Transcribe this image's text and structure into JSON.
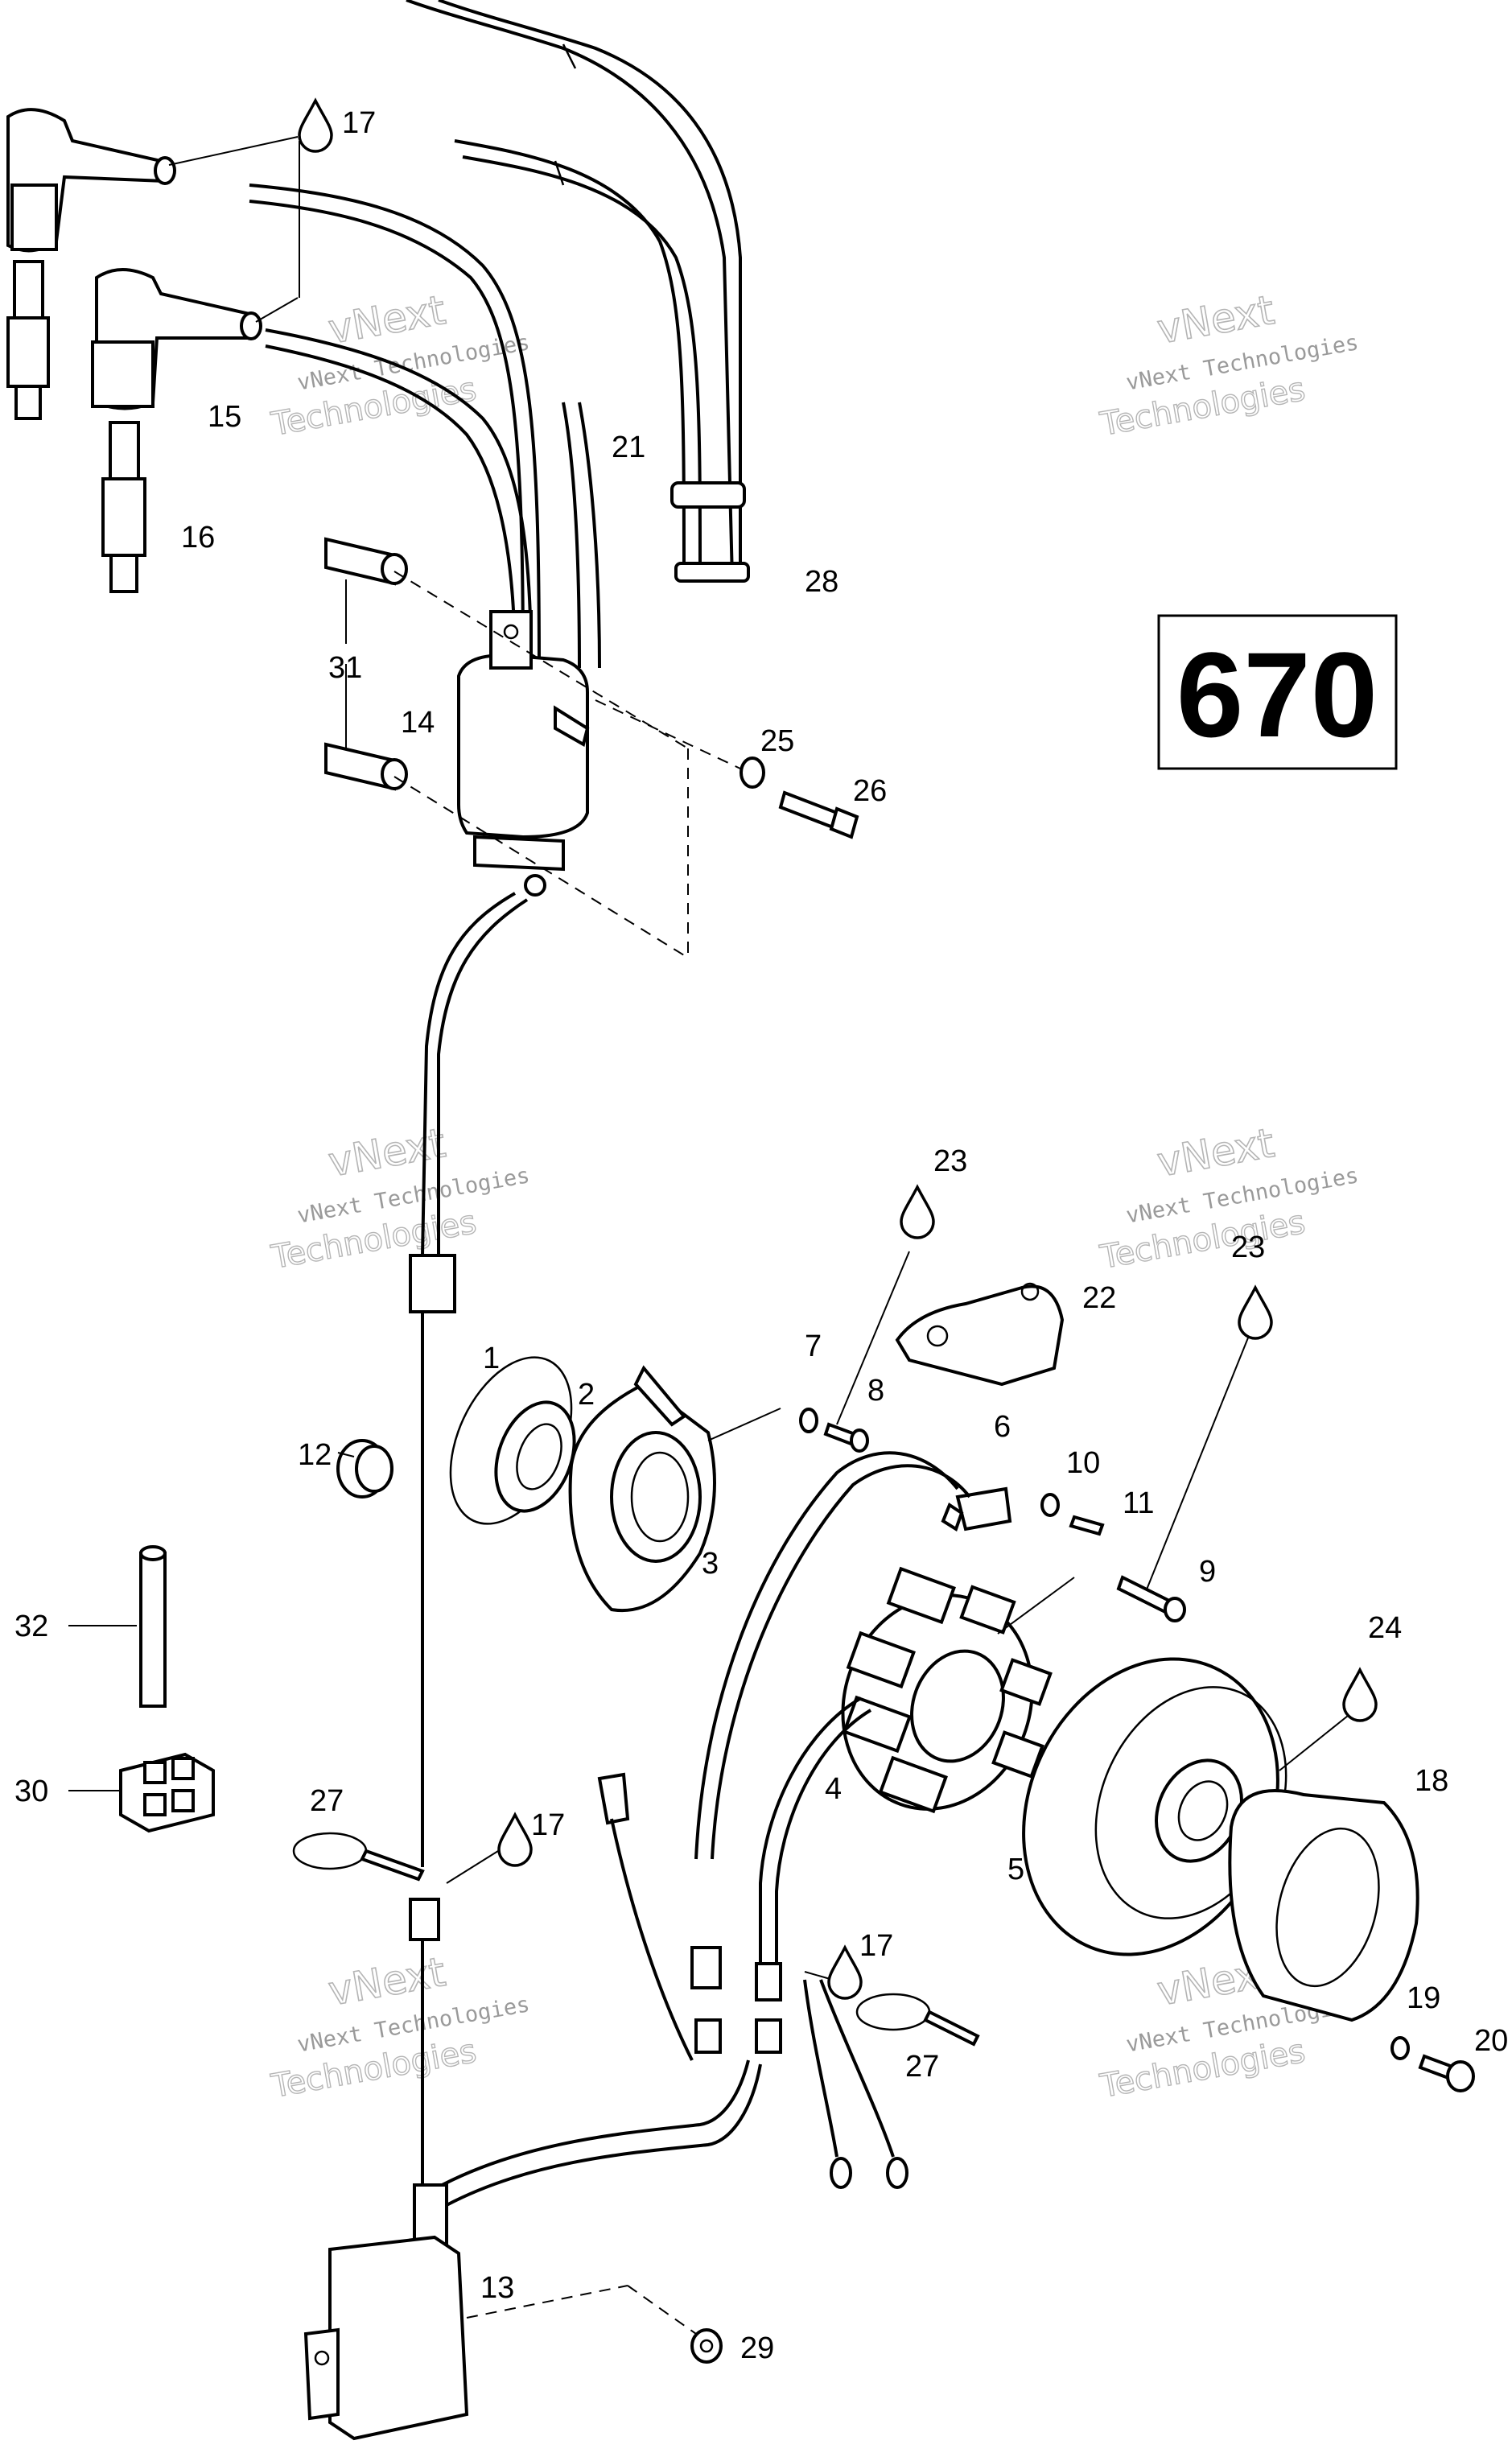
{
  "model_badge": "670",
  "watermark": {
    "line1": "vNext",
    "line2": "vNext Technologies",
    "line3": "Technologies"
  },
  "labels": {
    "p1": "1",
    "p2": "2",
    "p3": "3",
    "p4": "4",
    "p5": "5",
    "p6": "6",
    "p7": "7",
    "p8": "8",
    "p9": "9",
    "p10": "10",
    "p11": "11",
    "p12": "12",
    "p13": "13",
    "p14": "14",
    "p15": "15",
    "p16": "16",
    "p17a": "17",
    "p17b": "17",
    "p17c": "17",
    "p18": "18",
    "p19": "19",
    "p20": "20",
    "p21": "21",
    "p22": "22",
    "p23a": "23",
    "p23b": "23",
    "p24": "24",
    "p25": "25",
    "p26": "26",
    "p27a": "27",
    "p27b": "27",
    "p28": "28",
    "p29": "29",
    "p30": "30",
    "p31": "31",
    "p32": "32"
  }
}
